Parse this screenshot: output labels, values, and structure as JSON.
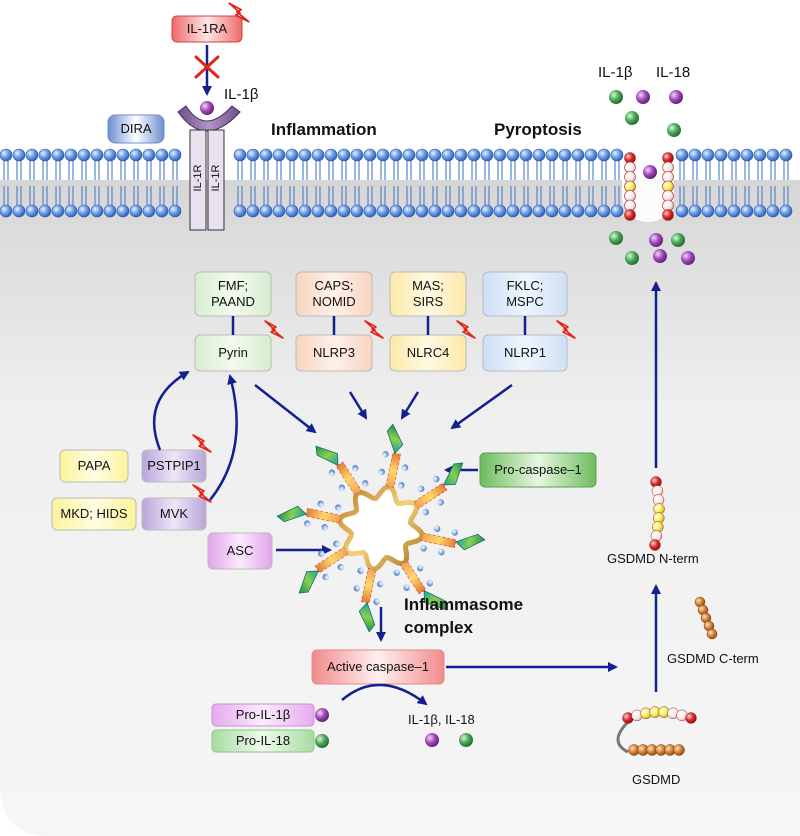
{
  "labels": {
    "il1ra": "IL-1RA",
    "il1b_top": "IL-1β",
    "dira": "DIRA",
    "il1r_a": "IL-1R",
    "il1r_b": "IL-1R",
    "inflammation": "Inflammation",
    "pyroptosis": "Pyroptosis",
    "il1b_out": "IL-1β",
    "il18_out": "IL-18",
    "inflammasome": "Inflammasome\ncomplex",
    "active_caspase": "Active caspase–1",
    "pro_caspase": "Pro-caspase–1",
    "asc": "ASC",
    "pro_il1b": "Pro-IL-1β",
    "pro_il18": "Pro-IL-18",
    "il1b_il18": "IL-1β, IL-18",
    "gsdmd": "GSDMD",
    "gsdmd_n": "GSDMD N-term",
    "gsdmd_c": "GSDMD C-term"
  },
  "diseases": {
    "fmf": "FMF;\nPAAND",
    "caps": "CAPS;\nNOMID",
    "mas": "MAS;\nSIRS",
    "fklc": "FKLC;\nMSPC",
    "papa": "PAPA",
    "mkd": "MKD; HIDS"
  },
  "proteins": {
    "pyrin": "Pyrin",
    "nlrp3": "NLRP3",
    "nlrc4": "NLRC4",
    "nlrp1": "NLRP1",
    "pstpip1": "PSTPIP1",
    "mvk": "MVK"
  },
  "colors": {
    "arrow": "#13208f",
    "il1b_particle": "#9b3fb0",
    "il18_particle": "#3f9f4a",
    "mutation": "#e0251b",
    "membrane": "#4a82d6"
  }
}
